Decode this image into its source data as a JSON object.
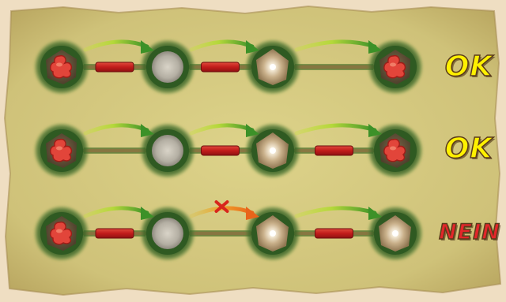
{
  "colors": {
    "parchment": "#d9cf84",
    "frame": "#f1e1c6",
    "forest": "#3f6b2c",
    "blocker": "#c8201f",
    "arrow_ok_start": "#a9d22a",
    "arrow_ok_end": "#3a8f25",
    "arrow_bad": "#e8731a",
    "cross": "#d8261c",
    "verdict_ok": "#fff100",
    "verdict_bad": "#e3262a"
  },
  "rows": [
    {
      "verdict": "OK",
      "verdict_color": "#fff100",
      "nodes": [
        "red-meeple",
        "empty",
        "glow",
        "red-meeple"
      ],
      "links": [
        {
          "blocked": true,
          "arrow": "ok"
        },
        {
          "blocked": true,
          "arrow": "ok"
        },
        {
          "blocked": false,
          "arrow": "ok"
        }
      ]
    },
    {
      "verdict": "OK",
      "verdict_color": "#fff100",
      "nodes": [
        "red-meeple",
        "empty",
        "glow",
        "red-meeple"
      ],
      "links": [
        {
          "blocked": false,
          "arrow": "ok"
        },
        {
          "blocked": true,
          "arrow": "ok"
        },
        {
          "blocked": true,
          "arrow": "ok"
        }
      ]
    },
    {
      "verdict": "NEIN",
      "verdict_color": "#e3262a",
      "nodes": [
        "red-meeple",
        "empty",
        "glow",
        "glow"
      ],
      "links": [
        {
          "blocked": true,
          "arrow": "ok"
        },
        {
          "blocked": false,
          "arrow": "forbidden"
        },
        {
          "blocked": true,
          "arrow": "ok"
        }
      ]
    }
  ]
}
